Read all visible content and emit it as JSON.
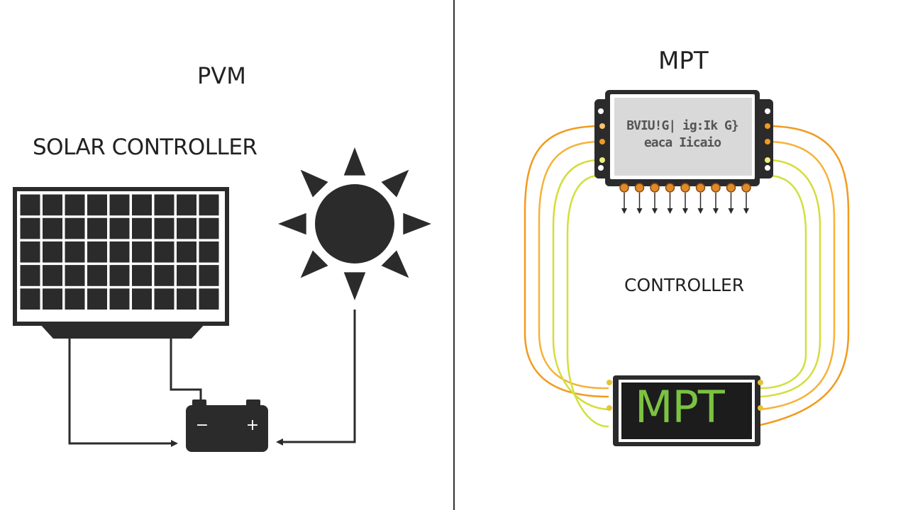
{
  "left_panel": {
    "title": "PVM",
    "subtitle": "SOLAR CONTROLLER",
    "battery": {
      "minus_label": "−",
      "plus_label": "+"
    }
  },
  "right_panel": {
    "title": "MPT",
    "middle_label": "CONTROLLER",
    "controller_screen_text": [
      "BVIU!G| ig:Ik G}",
      "eaca Iicaio"
    ],
    "mpt_box_label": "MPT"
  },
  "colors": {
    "dark": "#2b2b2b",
    "wire_orange": "#f29a1e",
    "wire_yellow": "#cfe23a",
    "mpt_green": "#7cc242",
    "screen_gray": "#d9d9d9"
  },
  "icons": [
    "solar-panel-icon",
    "sun-icon",
    "battery-icon",
    "controller-device-icon",
    "mpt-box-icon"
  ]
}
